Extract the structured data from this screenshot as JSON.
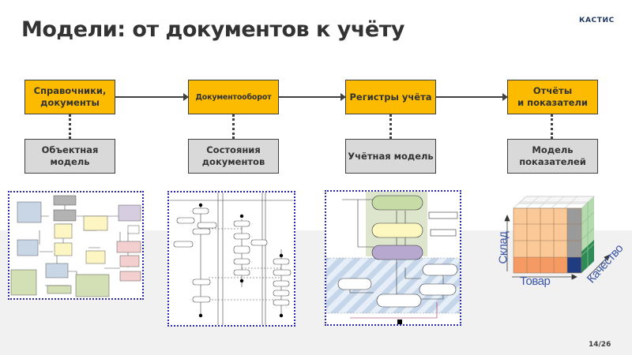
{
  "slide": {
    "title": "Модели: от документов к учёту",
    "logo": "КАСТИС",
    "page_number": "14/26"
  },
  "flow": {
    "stages": [
      {
        "label": "Справочники,\nдокументы",
        "model": "Объектная\nмодель",
        "thumbnail": "class-diagram"
      },
      {
        "label": "Документооборот",
        "model": "Состояния\nдокументов",
        "thumbnail": "activity-diagram"
      },
      {
        "label": "Регистры учёта",
        "model": "Учётная модель",
        "thumbnail": "state-diagram"
      },
      {
        "label": "Отчёты\nи показатели",
        "model": "Модель\nпоказателей",
        "thumbnail": "olap-cube"
      }
    ]
  },
  "cube": {
    "axis_vertical": "Склад",
    "axis_horizontal": "Товар",
    "axis_depth": "Качество"
  },
  "colors": {
    "stage_fill": "#fdbb00",
    "model_fill": "#d9d9d9",
    "thumbnail_border": "#2b2bb0",
    "cube_label": "#3a55a6"
  }
}
